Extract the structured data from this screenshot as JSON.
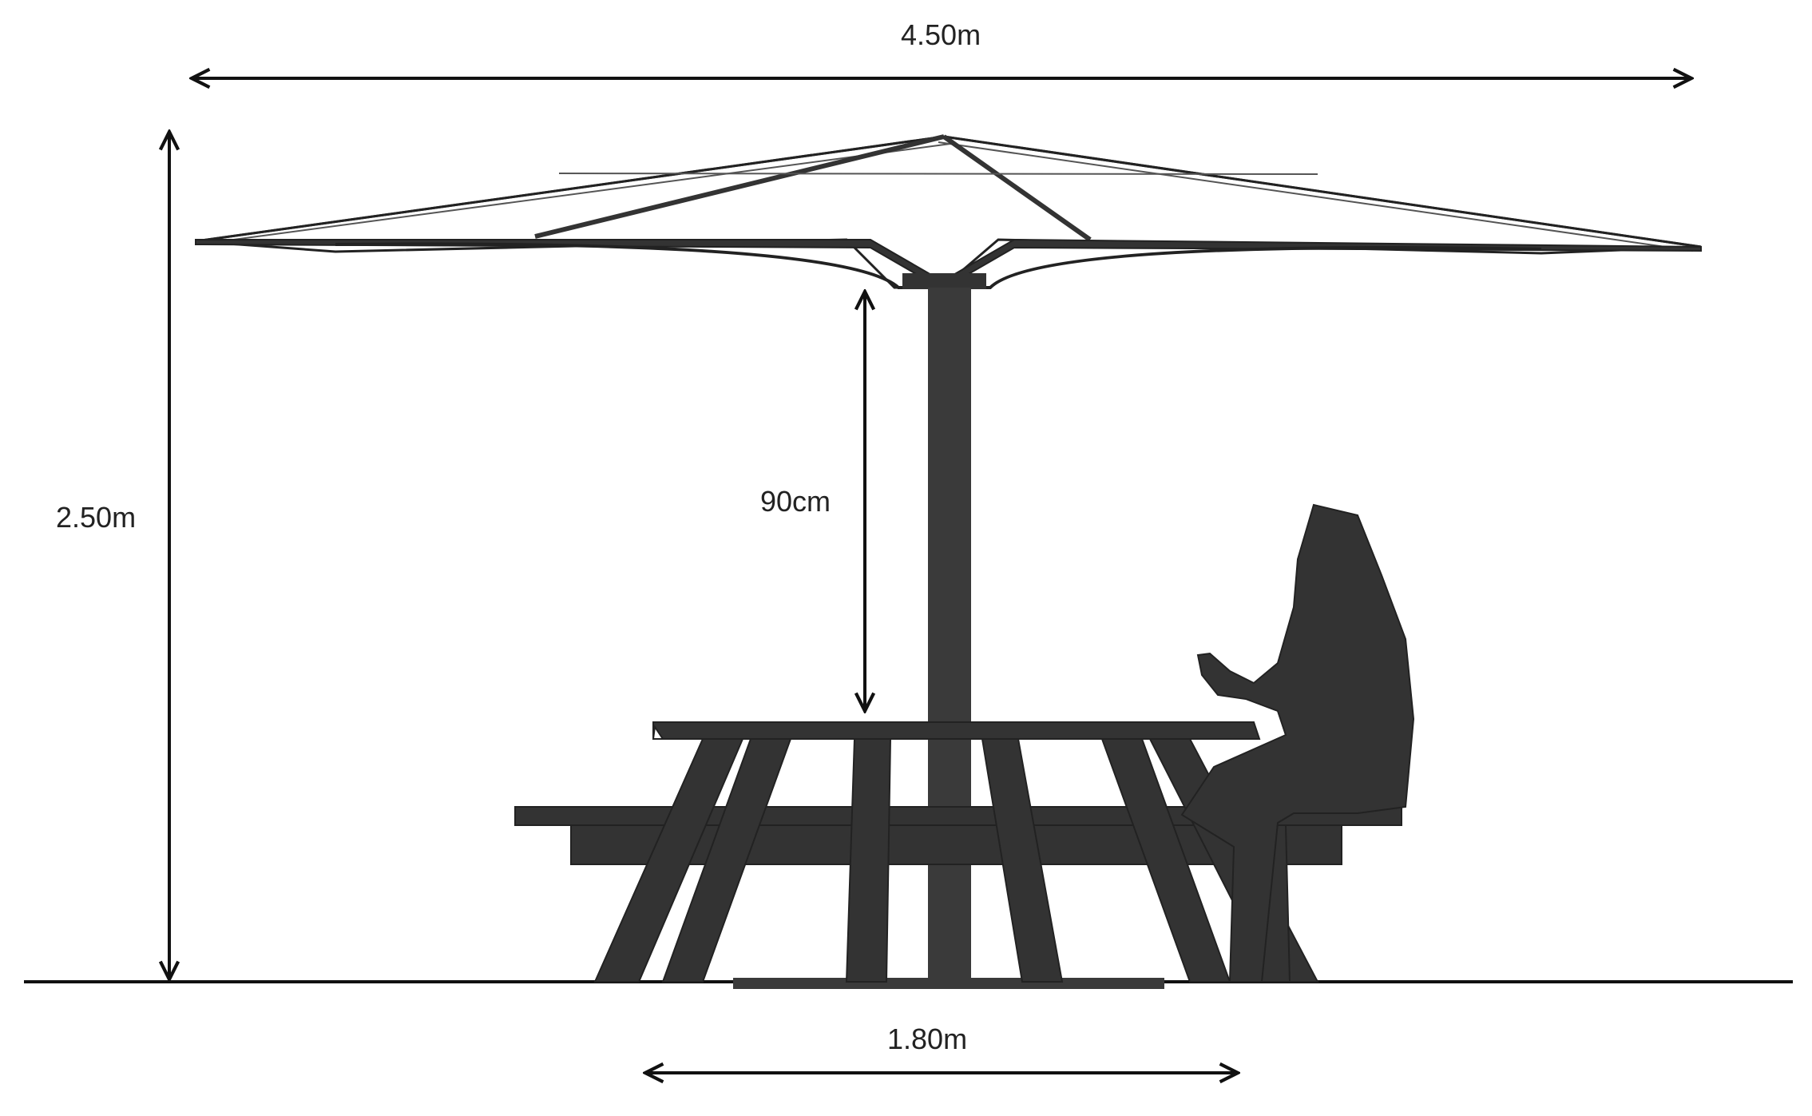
{
  "dimensions": {
    "overall_width": "4.50m",
    "overall_height": "2.50m",
    "clearance": "90cm",
    "table_length": "1.80m"
  },
  "colors": {
    "ink": "#333333",
    "line": "#111111",
    "background": "#ffffff"
  }
}
